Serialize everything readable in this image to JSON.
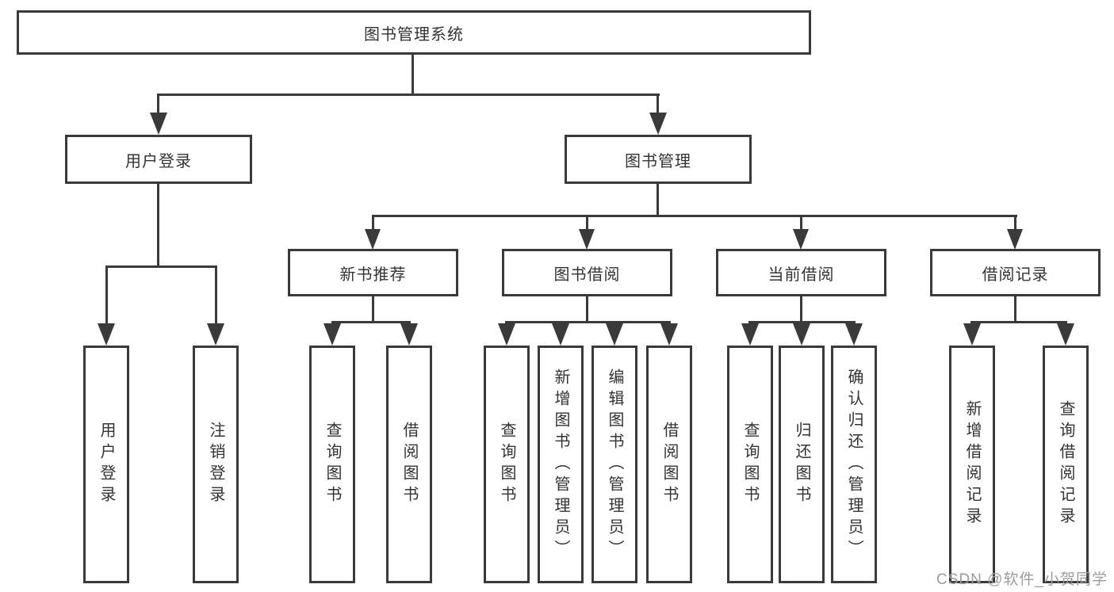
{
  "diagram": {
    "root": {
      "label": "图书管理系统"
    },
    "branches": [
      {
        "label": "用户登录",
        "children": [
          "用户登录",
          "注销登录"
        ]
      },
      {
        "label": "图书管理",
        "groups": [
          {
            "label": "新书推荐",
            "children": [
              "查询图书",
              "借阅图书"
            ]
          },
          {
            "label": "图书借阅",
            "children": [
              "查询图书",
              "新增图书（管理员）",
              "编辑图书（管理员）",
              "借阅图书"
            ]
          },
          {
            "label": "当前借阅",
            "children": [
              "查询图书",
              "归还图书",
              "确认归还（管理员）"
            ]
          },
          {
            "label": "借阅记录",
            "children": [
              "新增借阅记录",
              "查询借阅记录"
            ]
          }
        ]
      }
    ]
  },
  "watermark": {
    "text": "CSDN @软件_小贺同学"
  },
  "colors": {
    "line": "#3a3a3a",
    "text": "#333333",
    "background": "#ffffff",
    "watermark": "#9c9c9c"
  }
}
